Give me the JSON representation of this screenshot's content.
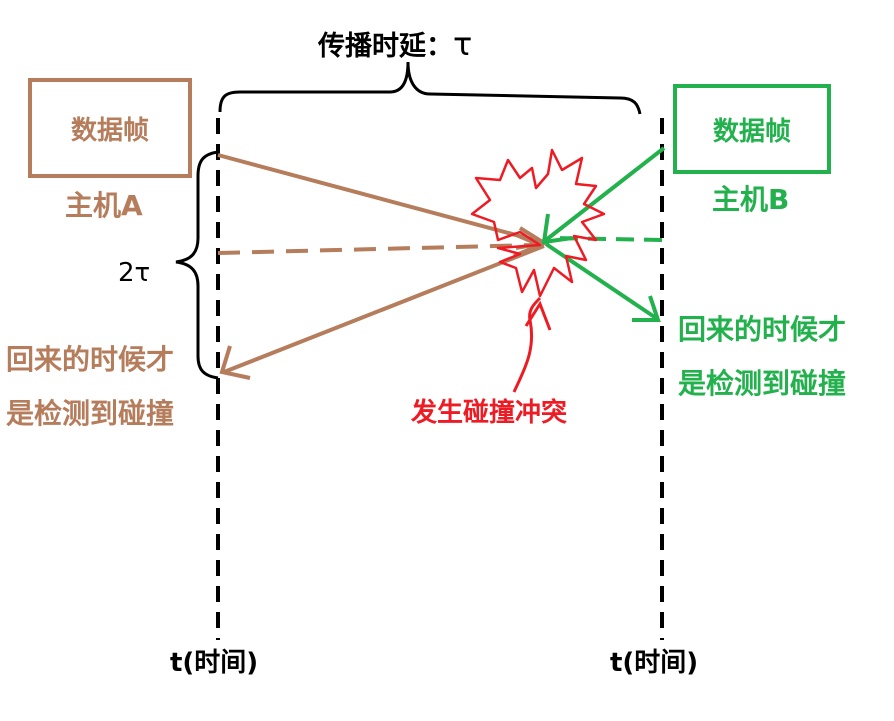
{
  "title_label": "传播时延：",
  "tau_symbol": "τ",
  "two_tau_label": "2τ",
  "hostA": {
    "frame_label": "数据帧",
    "name": "主机A",
    "detect_line1": "回来的时候才",
    "detect_line2": "是检测到碰撞"
  },
  "hostB": {
    "frame_label": "数据帧",
    "name": "主机B",
    "detect_line1": "回来的时候才",
    "detect_line2": "是检测到碰撞"
  },
  "collision_label": "发生碰撞冲突",
  "axis_label_left": "t(时间)",
  "axis_label_right": "t(时间)",
  "colors": {
    "hostA": "#b57d5c",
    "hostB": "#22b14c",
    "collision": "#ed1c24",
    "ink": "#000000"
  }
}
